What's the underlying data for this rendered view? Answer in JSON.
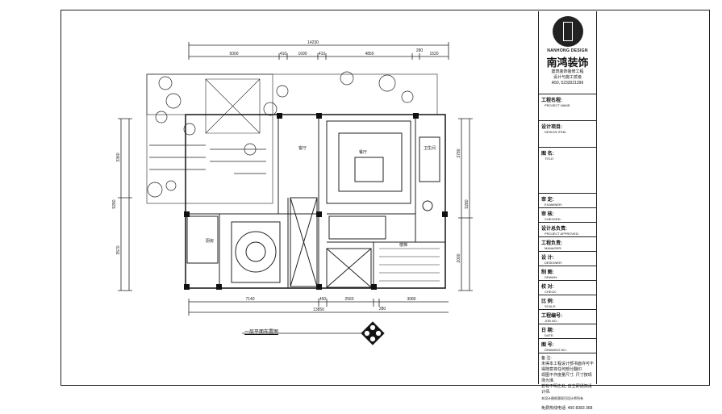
{
  "drawing": {
    "caption": "一层平面布置图",
    "top_dimensions": {
      "total": "14230",
      "segments": [
        "5000",
        "410",
        "1690",
        "410",
        "4850",
        "280",
        "1520"
      ]
    },
    "bottom_dimensions": {
      "total": "13850",
      "segments": [
        "7140",
        "450",
        "2560",
        "280",
        "3080"
      ]
    },
    "left_dimensions": [
      "3360",
      "9280",
      "3570"
    ],
    "right_dimensions": [
      "3780",
      "9280",
      "2000"
    ],
    "room_labels": [
      "客厅",
      "餐厅",
      "厨房",
      "卫生间",
      "楼梯"
    ]
  },
  "title_block": {
    "logo_en": "NANHONG DESIGN",
    "logo_cn": "南鸿装饰",
    "tagline1": "建筑装饰装修工程",
    "tagline2": "设计与施工贰级",
    "cert": "A50, 5233021396",
    "fields": [
      {
        "cn": "工程名程:",
        "en": "PROJECT NAME:"
      },
      {
        "cn": "设计项目:",
        "en": "DESIGN ITEM:"
      },
      {
        "cn": "图 名:",
        "en": "TITLE:"
      },
      {
        "cn": "审 定:",
        "en": "EXAMINER:"
      },
      {
        "cn": "审 核:",
        "en": "CHECKED:"
      },
      {
        "cn": "设计总负责:",
        "en": "PROJECT APPROVED:"
      },
      {
        "cn": "工程负责:",
        "en": "MANAGER:"
      },
      {
        "cn": "设 计:",
        "en": "DESIGNER:"
      },
      {
        "cn": "制 图:",
        "en": "DRAWN:"
      },
      {
        "cn": "校 对:",
        "en": "CHECK:"
      },
      {
        "cn": "比 例:",
        "en": "SCALE:"
      },
      {
        "cn": "工程编号:",
        "en": "JOB NO.:"
      },
      {
        "cn": "日 期:",
        "en": "DATE:"
      },
      {
        "cn": "图 号:",
        "en": "DRAWING NO.:"
      }
    ],
    "notes_title": "备 注:",
    "notes": [
      "未得本工程设计部书面许可不得随意将任何部分翻印.",
      "现图不作度量尺寸, 尺寸按现场为准.",
      "若有不明之处, 应立即通知设计师."
    ],
    "notes_small": "本设计图纸版权归设计师所有",
    "hotline": "免费热线电话: 400 8383 368"
  }
}
